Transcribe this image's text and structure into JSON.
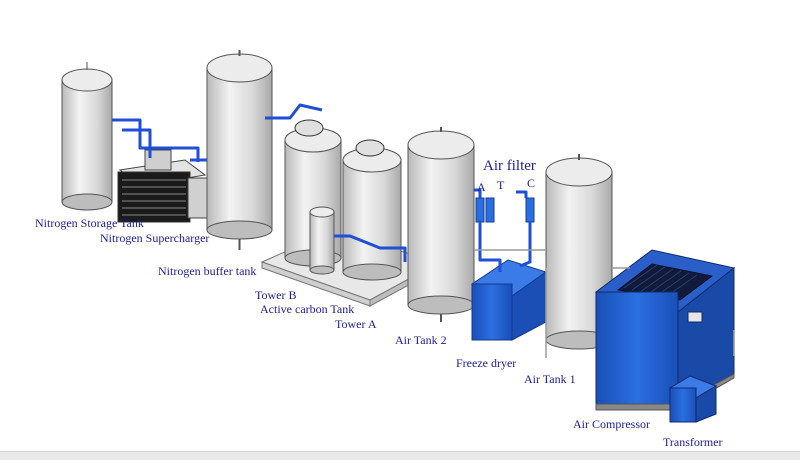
{
  "labels": {
    "nitrogen_storage_tank": "Nitrogen Storage Tank",
    "nitrogen_supercharger": "Nitrogen Supercharger",
    "nitrogen_buffer_tank": "Nitrogen buffer tank",
    "tower_b": "Tower B",
    "active_carbon_tank": "Active carbon Tank",
    "tower_a": "Tower A",
    "air_tank_2": "Air Tank 2",
    "air_filter": "Air filter",
    "filter_a": "A",
    "filter_t": "T",
    "filter_c": "C",
    "freeze_dryer": "Freeze dryer",
    "air_tank_1": "Air Tank 1",
    "air_compressor": "Air Compressor",
    "transformer": "Transformer"
  },
  "colors": {
    "label_text": "#1c1c9a",
    "tank_body": "#d4d4d4",
    "tank_highlight": "#f2f2f2",
    "pipe": "#1f4fd6",
    "machine_blue": "#1f5fcf",
    "machine_dark": "#15306d",
    "frame_gray": "#9a9a9a"
  }
}
